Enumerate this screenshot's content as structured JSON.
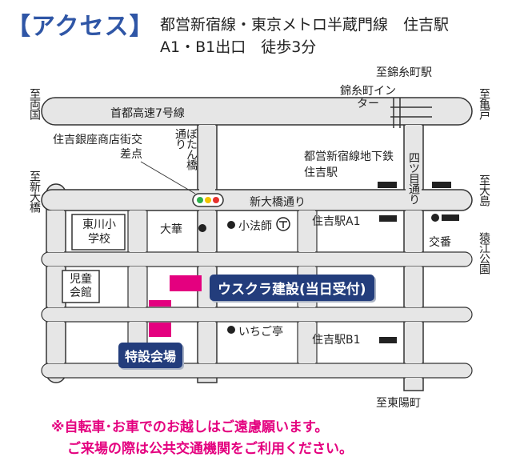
{
  "header": {
    "title": "【アクセス】",
    "line1": "都営新宿線・東京メトロ半蔵門線　住吉駅",
    "line2": "A1・B1出口　徒歩3分"
  },
  "directions": {
    "north": "至錦糸町駅",
    "south": "至東陽町",
    "west": "至両国",
    "west2": "至新大橋",
    "east": "至亀戸",
    "east2": "至大島"
  },
  "roads": {
    "expressway": "首都高速7号線",
    "interchange": "錦糸町インター",
    "shin_ohashi": "新大橋通り",
    "botan": "ぼたん橋通り",
    "yotsume": "四ツ目通り",
    "sarue": "猿江公園"
  },
  "places": {
    "crossing": "住吉銀座商店街交差点",
    "subway": "都営新宿線地下鉄住吉駅",
    "school": "東川小学校",
    "hall": "児童会館",
    "daika": "大華",
    "koboshi": "小法師",
    "ichigo": "いちご亭",
    "koban": "交番",
    "exit_a1": "住吉駅A1",
    "exit_b1": "住吉駅B1"
  },
  "badges": {
    "company": "ウスクラ建設(当日受付)",
    "venue": "特設会場"
  },
  "notice": {
    "line1": "※自転車･お車でのお越しはご遠慮願います。",
    "line2": "ご来場の際は公共交通機関をご利用ください。"
  },
  "colors": {
    "title": "#2f56a6",
    "badge": "#233d7c",
    "marker": "#e4007f",
    "road": "#e6e6e6",
    "road_edge": "#333333",
    "notice": "#e4007f"
  }
}
